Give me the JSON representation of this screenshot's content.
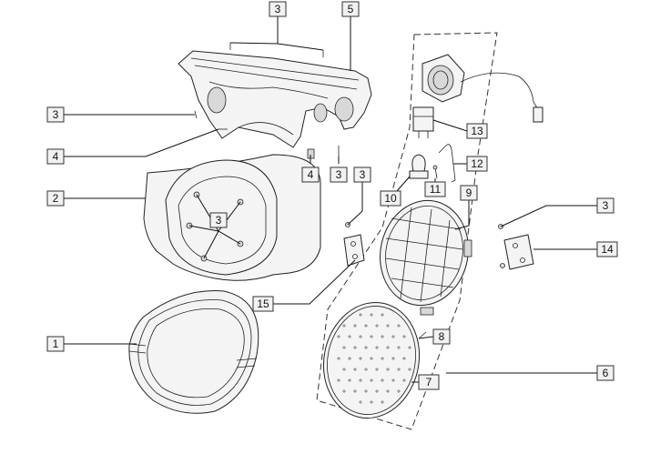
{
  "callouts": [
    {
      "label": "3"
    },
    {
      "label": "5"
    },
    {
      "label": "3"
    },
    {
      "label": "4"
    },
    {
      "label": "2"
    },
    {
      "label": "3"
    },
    {
      "label": "4"
    },
    {
      "label": "3"
    },
    {
      "label": "3"
    },
    {
      "label": "15"
    },
    {
      "label": "1"
    },
    {
      "label": "13"
    },
    {
      "label": "12"
    },
    {
      "label": "10"
    },
    {
      "label": "11"
    },
    {
      "label": "9"
    },
    {
      "label": "3"
    },
    {
      "label": "14"
    },
    {
      "label": "8"
    },
    {
      "label": "7"
    },
    {
      "label": "6"
    }
  ]
}
